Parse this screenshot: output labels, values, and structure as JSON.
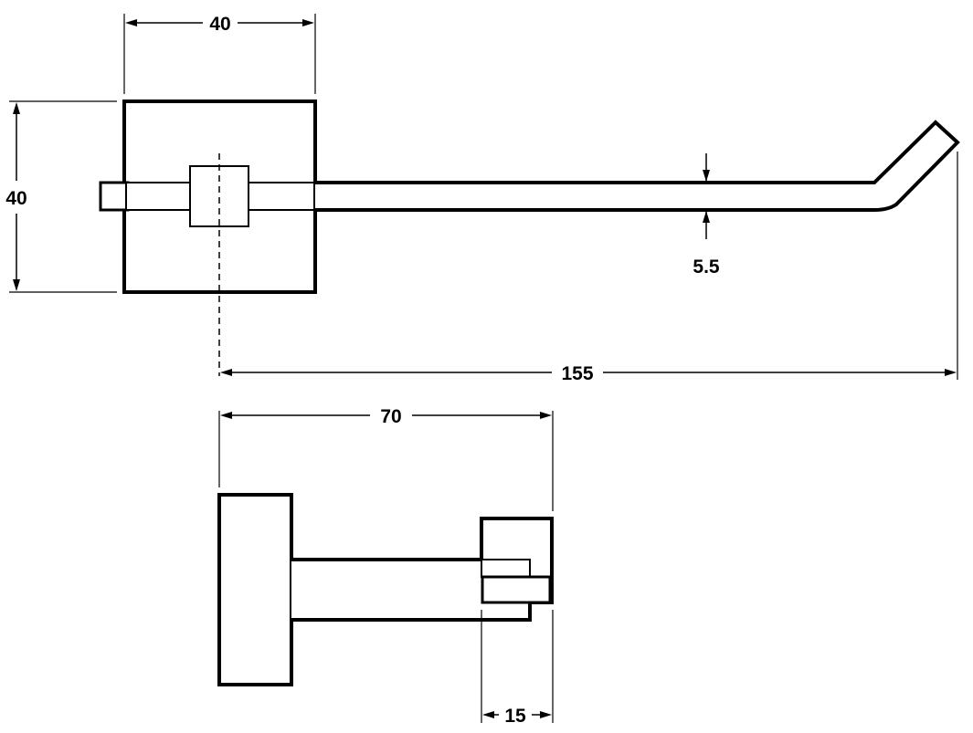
{
  "dimensions": {
    "top_width": "40",
    "top_height": "40",
    "rod_thickness": "5.5",
    "overall_length": "155",
    "side_depth": "70",
    "side_hook": "15"
  }
}
